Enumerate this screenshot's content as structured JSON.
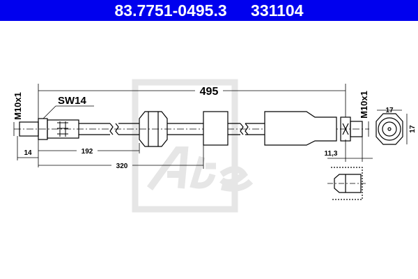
{
  "header": {
    "part_number": "83.7751-0495.3",
    "article_number": "331104",
    "background_color": "#0000ee"
  },
  "drawing": {
    "total_length": "495",
    "wrench_size": "SW14",
    "thread_left": "M10x1",
    "thread_right": "M10x1",
    "dim_left_thread": "14",
    "dim_grommet": "192",
    "dim_block": "320",
    "dim_right_thread": "11,3",
    "end_view_width": "17",
    "end_view_height": "17",
    "logo": "Ate"
  }
}
